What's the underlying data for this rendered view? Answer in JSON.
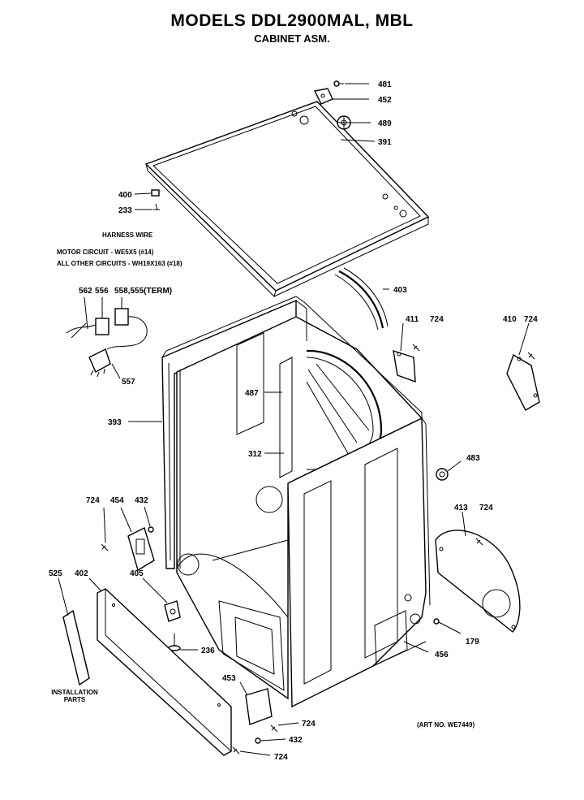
{
  "title": "MODELS DDL2900MAL, MBL",
  "subtitle": "CABINET ASM.",
  "notes": {
    "harness_heading": "HARNESS WIRE",
    "motor_circuit": "MOTOR CIRCUIT - WE5X5 (#14)",
    "other_circuits": "ALL OTHER CIRCUITS - WH19X163 (#18)",
    "installation_line1": "INSTALLATION",
    "installation_line2": "PARTS",
    "art_no": "(ART NO. WE7449)"
  },
  "part_labels": [
    {
      "id": "l481",
      "text": "481"
    },
    {
      "id": "l452",
      "text": "452"
    },
    {
      "id": "l489",
      "text": "489"
    },
    {
      "id": "l391",
      "text": "391"
    },
    {
      "id": "l400",
      "text": "400"
    },
    {
      "id": "l233",
      "text": "233"
    },
    {
      "id": "l562",
      "text": "562"
    },
    {
      "id": "l556",
      "text": "556"
    },
    {
      "id": "l555",
      "text": "558,555(TERM)"
    },
    {
      "id": "l557",
      "text": "557"
    },
    {
      "id": "l403",
      "text": "403"
    },
    {
      "id": "l411",
      "text": "411"
    },
    {
      "id": "l724a",
      "text": "724"
    },
    {
      "id": "l410",
      "text": "410"
    },
    {
      "id": "l724b",
      "text": "724"
    },
    {
      "id": "l487",
      "text": "487"
    },
    {
      "id": "l393",
      "text": "393"
    },
    {
      "id": "l312",
      "text": "312"
    },
    {
      "id": "l483",
      "text": "483"
    },
    {
      "id": "l724c",
      "text": "724"
    },
    {
      "id": "l454",
      "text": "454"
    },
    {
      "id": "l432a",
      "text": "432"
    },
    {
      "id": "l413",
      "text": "413"
    },
    {
      "id": "l724d",
      "text": "724"
    },
    {
      "id": "l525",
      "text": "525"
    },
    {
      "id": "l402",
      "text": "402"
    },
    {
      "id": "l405",
      "text": "405"
    },
    {
      "id": "l236",
      "text": "236"
    },
    {
      "id": "l179",
      "text": "179"
    },
    {
      "id": "l456",
      "text": "456"
    },
    {
      "id": "l453",
      "text": "453"
    },
    {
      "id": "l724e",
      "text": "724"
    },
    {
      "id": "l432b",
      "text": "432"
    },
    {
      "id": "l724f",
      "text": "724"
    }
  ]
}
